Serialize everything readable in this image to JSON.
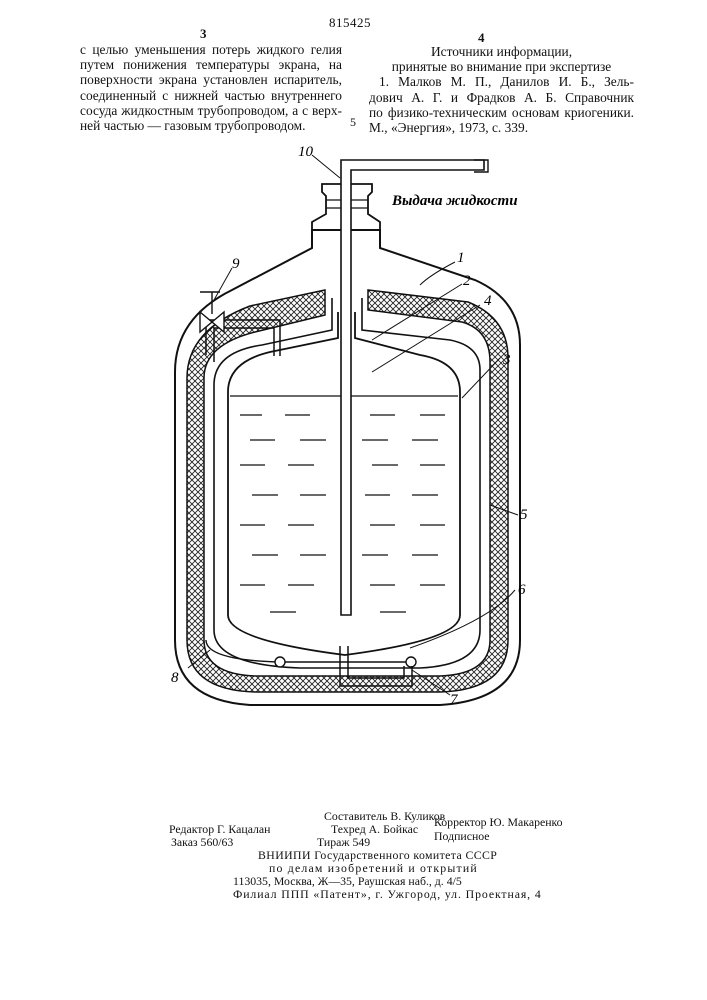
{
  "header": {
    "left_page": "3",
    "patent_number": "815425",
    "right_page": "4"
  },
  "left_column": [
    "с целью уменьшения потерь жидкого гелия",
    "путем понижения температуры экрана, на",
    "поверхности экрана установлен испаритель,",
    "соединенный с нижней частью внутреннего",
    "сосуда жидкостным трубопроводом, а с верх-",
    "ней частью — газовым трубопроводом."
  ],
  "margin_line_number": "5",
  "right_column": {
    "heading": [
      "Источники информации,",
      "принятые во внимание при экспертизе"
    ],
    "reference": [
      "1. Малков М. П., Данилов И. Б., Зель-",
      "дович А. Г. и Фрадков А. Б. Справочник",
      "по физико-техническим основам криогеники.",
      "М., «Энергия», 1973, с. 339."
    ]
  },
  "figure": {
    "outlet_label": "Выдача жидкости",
    "labels": [
      "1",
      "2",
      "3",
      "4",
      "5",
      "6",
      "7",
      "8",
      "9",
      "10"
    ]
  },
  "footer": {
    "compiler": "Составитель В. Куликов",
    "editor": "Редактор Г. Кацалан",
    "tech_editor": "Техред А. Бойкас",
    "corrector": "Корректор Ю. Макаренко",
    "order": "Заказ 560/63",
    "circulation": "Тираж 549",
    "subscription": "Подписное",
    "org_line1": "ВНИИПИ Государственного комитета СССР",
    "org_line2": "по делам изобретений и открытий",
    "org_line3": "113035, Москва, Ж—35, Раушская наб., д. 4/5",
    "branch": "Филиал ППП «Патент», г. Ужгород, ул. Проектная, 4"
  }
}
